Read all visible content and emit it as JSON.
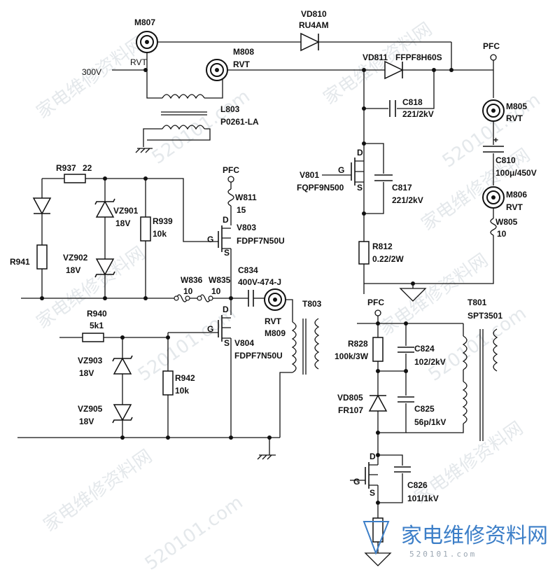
{
  "labels": {
    "m807": "M807",
    "rvt_m807": "RVT",
    "v300": "300V",
    "vd810": "VD810",
    "vd810_part": "RU4AM",
    "m808": "M808",
    "rvt_m808": "RVT",
    "vd811": "VD811",
    "vd811_part": "FFPF8H60S",
    "pfc_top": "PFC",
    "c818": "C818",
    "c818_val": "221/2kV",
    "l803": "L803",
    "l803_part": "P0261-LA",
    "m805": "M805",
    "rvt_m805": "RVT",
    "c810": "C810",
    "c810_val": "100μ/450V",
    "r937": "R937",
    "r937_val": "22",
    "pfc_w811": "PFC",
    "w811": "W811",
    "w811_val": "15",
    "vz901": "VZ901",
    "vz901_val": "18V",
    "r939": "R939",
    "r939_val": "10k",
    "v803": "V803",
    "v803_part": "FDPF7N50U",
    "v801": "V801",
    "v801_part": "FQPF9N500",
    "c817": "C817",
    "c817_val": "221/2kV",
    "m806": "M806",
    "rvt_m806": "RVT",
    "w805": "W805",
    "w805_val": "10",
    "r941": "R941",
    "vz902": "VZ902",
    "vz902_val": "18V",
    "r812": "R812",
    "r812_val": "0.22/2W",
    "w836": "W836",
    "w836_val": "10",
    "w835": "W835",
    "w835_val": "10",
    "c834": "C834",
    "c834_val": "400V-474-J",
    "t803": "T803",
    "r940": "R940",
    "r940_val": "5k1",
    "rvt_m809": "RVT",
    "m809": "M809",
    "v804": "V804",
    "v804_part": "FDPF7N50U",
    "pfc_r828": "PFC",
    "t801": "T801",
    "t801_part": "SPT3501",
    "vz903": "VZ903",
    "vz903_val": "18V",
    "r828": "R828",
    "r828_val": "100k/3W",
    "c824": "C824",
    "c824_val": "102/2kV",
    "r942": "R942",
    "r942_val": "10k",
    "vz905": "VZ905",
    "vz905_val": "18V",
    "vd805": "VD805",
    "vd805_part": "FR107",
    "c825": "C825",
    "c825_val": "56p/1kV",
    "c826": "C826",
    "c826_val": "101/1kV",
    "pin_d": "D",
    "pin_g": "G",
    "pin_s": "S"
  },
  "watermark": {
    "text_cn": "家电维修资料网",
    "text_url": "520101.com",
    "logo_cn": "家电维修资料网",
    "logo_url": "520101.com"
  }
}
